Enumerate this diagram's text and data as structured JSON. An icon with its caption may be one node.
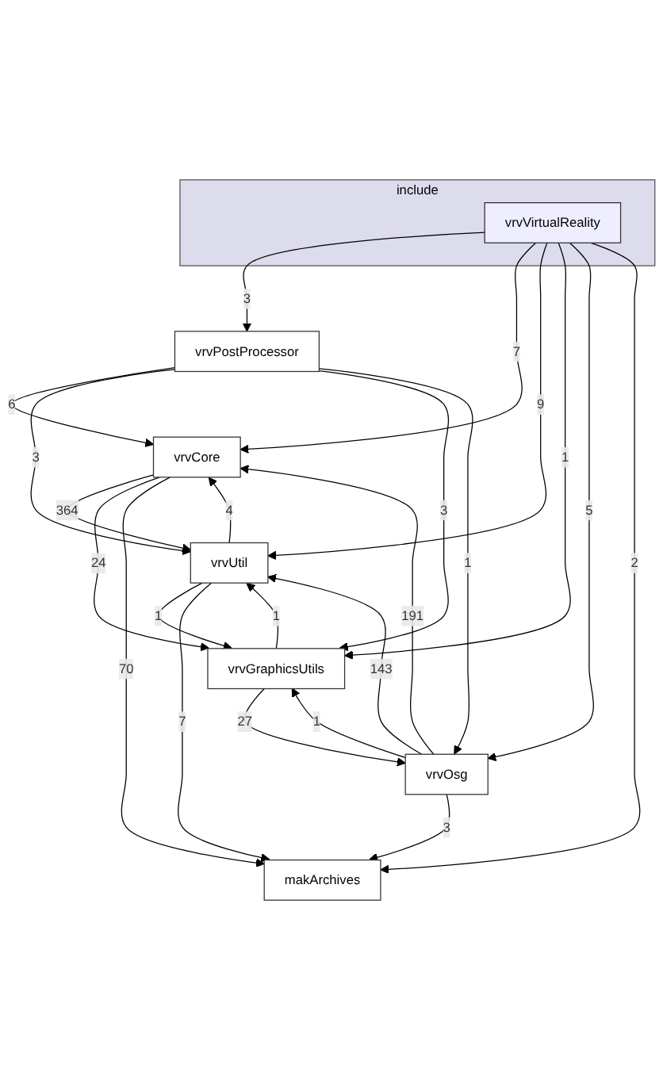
{
  "diagram": {
    "nodes": [
      {
        "text": [
          "include"
        ]
      },
      {
        "text": [
          "vrvVirtualReality"
        ],
        "in": 0
      },
      {
        "text": [
          "vrvPostProcessor"
        ]
      },
      {
        "text": [
          "vrvCore"
        ]
      },
      {
        "text": [
          "vrvUtil"
        ]
      },
      {
        "text": [
          "vrvGraphicsUtils"
        ]
      },
      {
        "text": [
          "vrvOsg"
        ]
      },
      {
        "text": [
          "makArchives"
        ]
      }
    ],
    "edges": [
      {
        "from": 1,
        "to": 2,
        "arrow": "to",
        "label": "3"
      },
      {
        "from": 1,
        "to": 3,
        "arrow": "to",
        "label": "7"
      },
      {
        "from": 1,
        "to": 4,
        "arrow": "to",
        "label": "9"
      },
      {
        "from": 1,
        "to": 5,
        "arrow": "to",
        "label": "1"
      },
      {
        "from": 1,
        "to": 6,
        "arrow": "to",
        "label": "5"
      },
      {
        "from": 1,
        "to": 7,
        "arrow": "to",
        "label": "2"
      },
      {
        "from": 2,
        "to": 3,
        "arrow": "to",
        "label": "6"
      },
      {
        "from": 2,
        "to": 4,
        "arrow": "to",
        "label": "3"
      },
      {
        "from": 2,
        "to": 5,
        "arrow": "to",
        "label": "3"
      },
      {
        "from": 2,
        "to": 6,
        "arrow": "to",
        "label": "1"
      },
      {
        "from": 3,
        "to": 4,
        "arrow": "to",
        "label": "364"
      },
      {
        "from": 3,
        "to": 5,
        "arrow": "to",
        "label": "24"
      },
      {
        "from": 3,
        "to": 7,
        "arrow": "to",
        "label": "70"
      },
      {
        "from": 4,
        "to": 3,
        "arrow": "to",
        "label": "4"
      },
      {
        "from": 4,
        "to": 5,
        "arrow": "to",
        "label": "1"
      },
      {
        "from": 4,
        "to": 7,
        "arrow": "to",
        "label": "7"
      },
      {
        "from": 5,
        "to": 4,
        "arrow": "to",
        "label": "1"
      },
      {
        "from": 5,
        "to": 6,
        "arrow": "to",
        "label": "27"
      },
      {
        "from": 6,
        "to": 4,
        "arrow": "to",
        "label": "143"
      },
      {
        "from": 6,
        "to": 5,
        "arrow": "to",
        "label": "1"
      },
      {
        "from": 6,
        "to": 3,
        "arrow": "to",
        "label": "191"
      },
      {
        "from": 6,
        "to": 7,
        "arrow": "to",
        "label": "3"
      }
    ]
  }
}
